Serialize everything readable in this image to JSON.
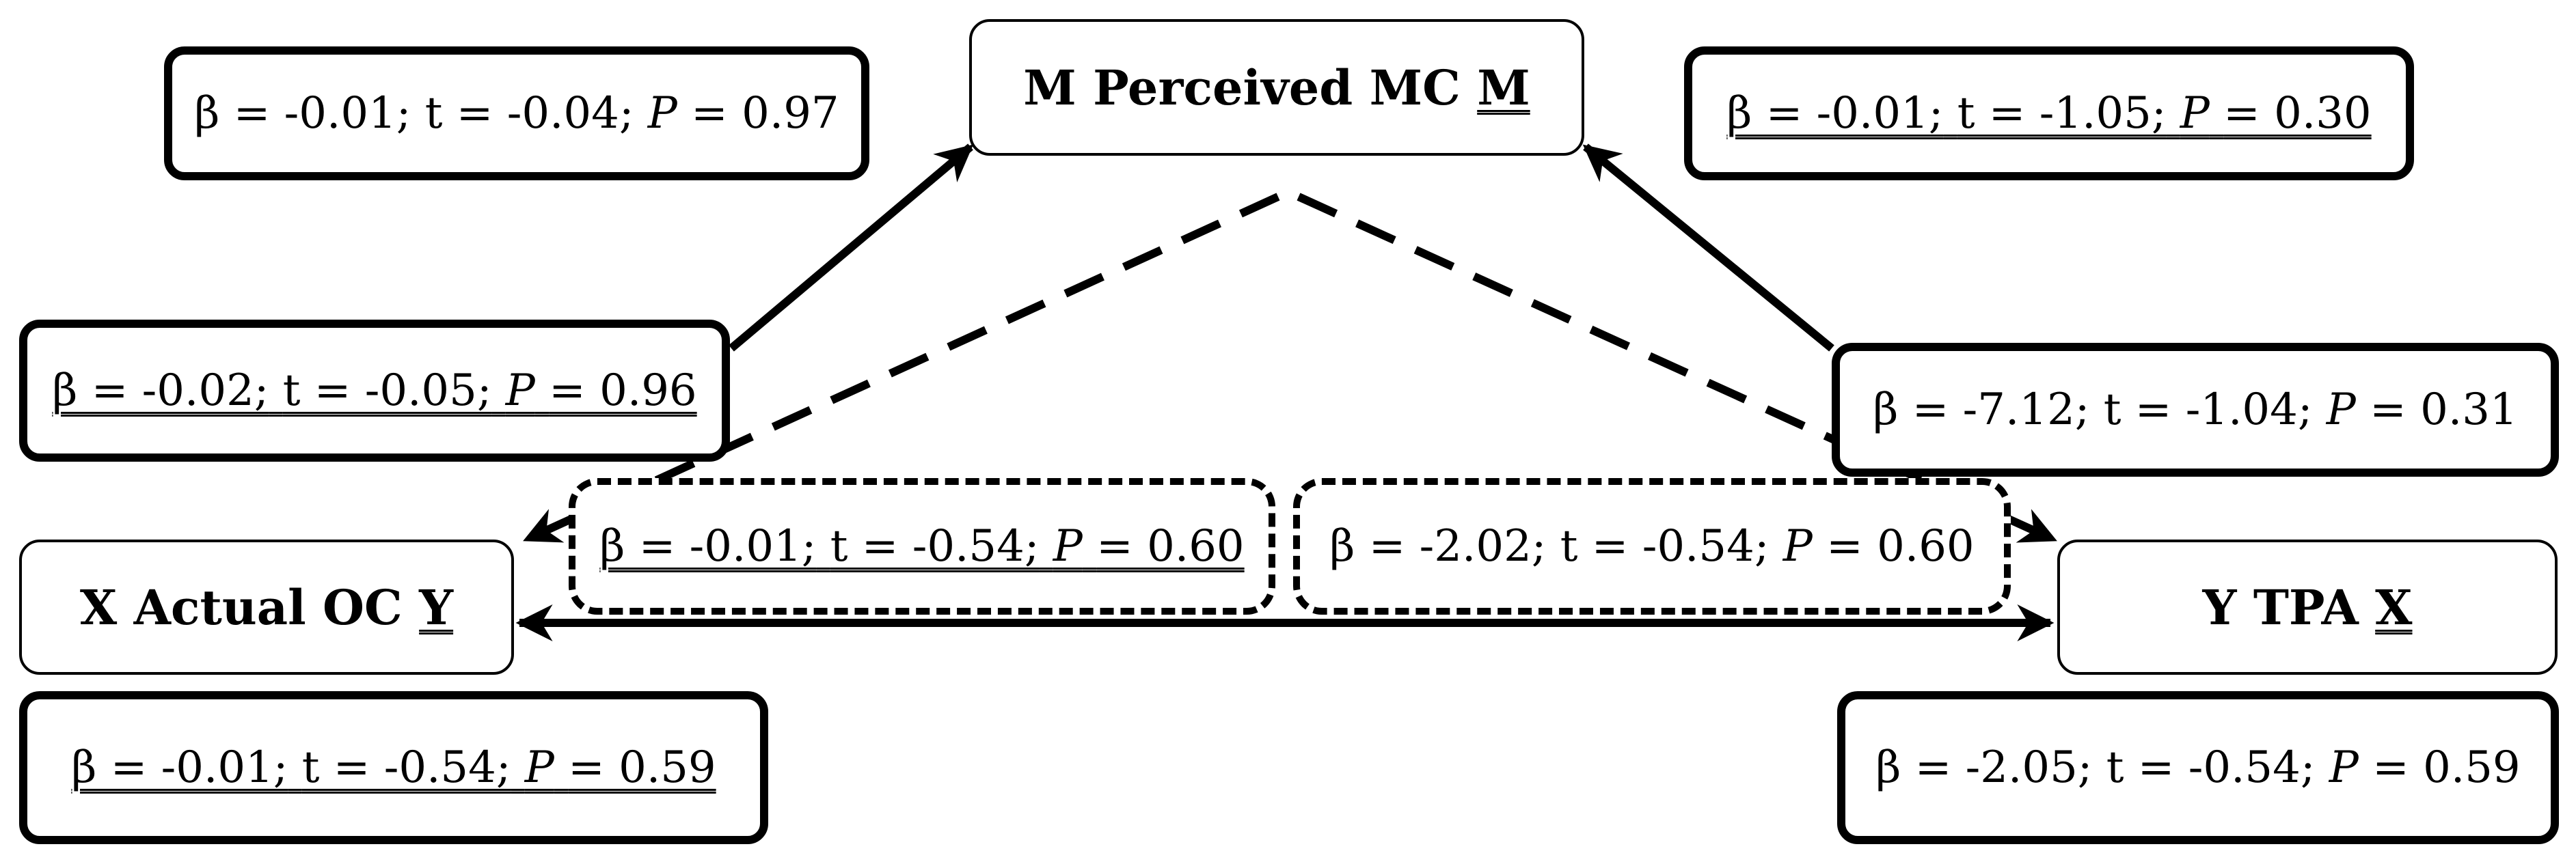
{
  "nodes": {
    "m": {
      "text": "M Perceived MC",
      "letter": "M"
    },
    "x": {
      "text": "X Actual OC",
      "letter": "Y"
    },
    "y": {
      "text": "Y TPA",
      "letter": "X"
    }
  },
  "stats": {
    "top_left": {
      "beta": "β = -0.01;",
      "t": "t = -0.04;",
      "p_label": "P",
      "p_value": "= 0.97"
    },
    "top_right": {
      "beta": "β = -0.01;",
      "t": "t = -1.05;",
      "p_label": "P",
      "p_value": "= 0.30"
    },
    "mid_left": {
      "beta": "β = -0.02;",
      "t": "t = -0.05;",
      "p_label": "P",
      "p_value": "= 0.96"
    },
    "mid_right": {
      "beta": "β = -7.12;",
      "t": "t = -1.04;",
      "p_label": "P",
      "p_value": "= 0.31"
    },
    "center_left": {
      "beta": "β = -0.01;",
      "t": "t = -0.54;",
      "p_label": "P",
      "p_value": "= 0.60"
    },
    "center_right": {
      "beta": "β = -2.02;",
      "t": "t = -0.54;",
      "p_label": "P",
      "p_value": "= 0.60"
    },
    "bottom_left": {
      "beta": "β = -0.01;",
      "t": "t = -0.54;",
      "p_label": "P",
      "p_value": "= 0.59"
    },
    "bottom_right": {
      "beta": "β = -2.05;",
      "t": "t = -0.54;",
      "p_label": "P",
      "p_value": "= 0.59"
    }
  }
}
